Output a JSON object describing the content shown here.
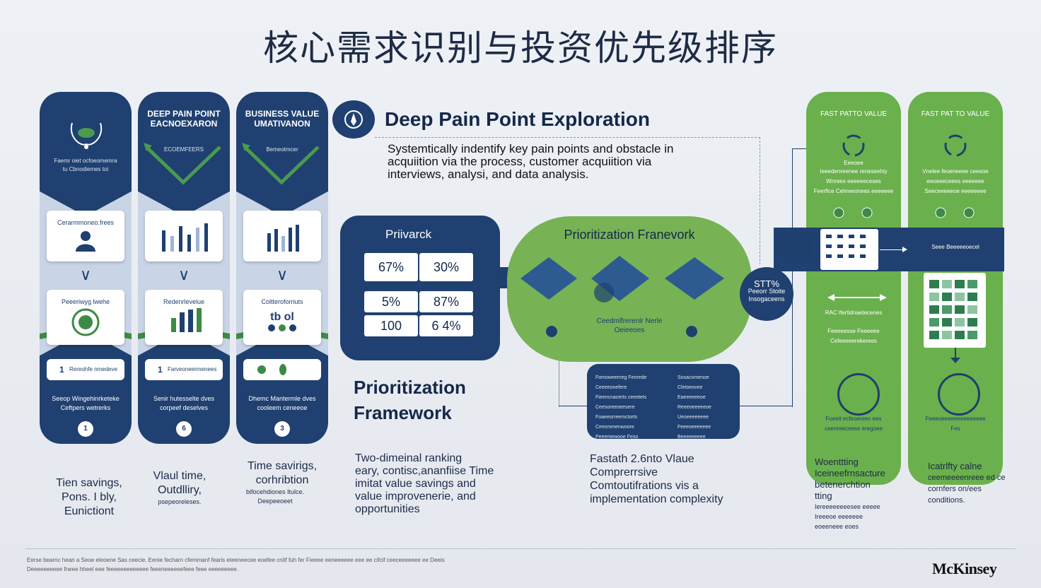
{
  "title": "核心需求识别与投资优先级排序",
  "columns": [
    {
      "heading": "",
      "sub": [
        "Faemr oiet ocfoeomemra",
        "tu Cbnodiemes toi"
      ],
      "small_label": "",
      "card1": "Cerarmmoneo.frees",
      "card2": "Peeeriwyg lwehe",
      "pill_num": "1",
      "pill_text": "Rereohfe nmedeve",
      "foot": [
        "Seeop Wingehinrketeke",
        "Ceftpers wetrerks"
      ],
      "badge": "1",
      "below": [
        "Tien savings,",
        "Pons. I bly,",
        "Eunictiont"
      ],
      "below_small": []
    },
    {
      "heading": "DEEP PAIN POINT\nEACNOEXARON",
      "sub": [],
      "small_label": "ECOEMFEERS",
      "card1": "",
      "card2": "Redenrlevelue",
      "pill_num": "1",
      "pill_text": "Farveoneermenees",
      "foot": [
        "Senir hutesselte dves",
        "corpeef deselves"
      ],
      "badge": "6",
      "below": [
        "Vlaul time,",
        "Outdlliry,"
      ],
      "below_small": [
        "psepeoreleses."
      ]
    },
    {
      "heading": "BUSINESS VALUE\nUMATIVANON",
      "sub": [],
      "small_label": "Bemeotmcer",
      "card1": "",
      "card2": "Coltteroforriuts",
      "card2_extra": "tb ol",
      "pill_num": "",
      "pill_text": "",
      "foot": [
        "Dhemc Mantermle dves",
        "cooleem ceneeoe"
      ],
      "badge": "3",
      "below": [
        "Time savirigs,",
        "corhribtion"
      ],
      "below_small": [
        "bifocehdiones Itulce.",
        "Deepeeoeet"
      ]
    }
  ],
  "deep": {
    "title": "Deep Pain Point Exploration",
    "desc": [
      "Systemtically indentify key pain points and obstacle in",
      "acquiition via the process, customer acquiition via",
      "interviews, analysi, and data analysis."
    ]
  },
  "priwork": {
    "title": "Priivarck",
    "cells": [
      "67%",
      "30%",
      "5%",
      "87%",
      "100",
      "6 4%"
    ]
  },
  "pf": {
    "title": "Prioritization Franevork",
    "sub": [
      "Ceedmlfrerenlr Nerle",
      "Oeieeoes"
    ]
  },
  "badge_circle": [
    "STT%",
    "Peeorr Stoite",
    "Insogaceens"
  ],
  "prio_title": [
    "Prioritization",
    "Framework"
  ],
  "two_dim": [
    "Two-dimeinal ranking",
    "eary, contisc,ananfiise Time",
    "imitat value savings and",
    "value improvenerie, and",
    "opportunities"
  ],
  "detail_rows_left": [
    "Fomoweemeg Fenrede",
    "Ceeeeonefere",
    "Fieencnacerts ceeetets",
    "Ceesoreeoeesere",
    "Foaeeorreemctorts",
    "Ceesmmenwoore",
    "Peeemewooe Feso"
  ],
  "detail_rows_right": [
    "Sosacomenoe",
    "Cletoeovee",
    "Eaeeeeeeoe",
    "Reeeoeeeeeoe",
    "Ueoeeeeeeee",
    "Feeeoeeeeeee",
    "Beeeeeeeee"
  ],
  "fast": [
    "Fastath 2.6nto Vlaue",
    "Comprerrsive",
    "Comtoutifrations vis a",
    "implementation complexity"
  ],
  "right": [
    {
      "head": "FAST PATTO VALUE",
      "sub_label": "Eeeoee",
      "lines": [
        "Ieeedenreenee reneseehiy",
        "Wnrees eeeeeeceses",
        "Feerfice Cehreeonees eeeeeee"
      ],
      "band": "",
      "mid": [
        "RAC Ifertidnaetecenes",
        "",
        "Feeeeesse Feeeeee",
        "Cefeeeeerekerees"
      ],
      "circle_text": [
        "Foeeit ecfeoereec ees",
        "ceenreeceese eregoee"
      ]
    },
    {
      "head": "FAST PAT TO VALUE",
      "sub_label": "",
      "lines": [
        "Vnelee feoeneeee ceeeoe",
        "eeoeeeceees eeeeeee",
        "Seeceeeeeoe eeeeeeee"
      ],
      "band": "Seee Beeeeeoecel",
      "mid": [],
      "circle_text": [
        "Feeeoeeeeeeeeeeeeee",
        "Fes"
      ]
    }
  ],
  "right_notes_left": [
    "Woenttting",
    "Iceineefrnsacture",
    "betenerchtion",
    "tting",
    "Iereeeeeeeesee eeeee",
    "Ireeeoe eeeeeee",
    "eoeeneee eoes"
  ],
  "right_notes_right": [
    "Icatrlfty calne",
    "ceemeeeenreee ed ce",
    "cornfers on/ees",
    "conditions."
  ],
  "footnote": [
    "Eerse bearnc hean a Seoe eleoene Sas ceecie. Eenie fecharn cfemmanf fearis eteeneecee eoefee cnitf fuh fer Fieeee eeneeeeee eee ee cifcif ceeceeeeeee ee Deeis",
    "Deeeeeeeeee fneee hheel eee feeeeeeeeeeeee feeeneeeeeefeee feee eeeeeeeee."
  ],
  "brand": "McKinsey",
  "colors": {
    "navy": "#1f4070",
    "green": "#6ab04c",
    "light": "#c9d5e6"
  }
}
